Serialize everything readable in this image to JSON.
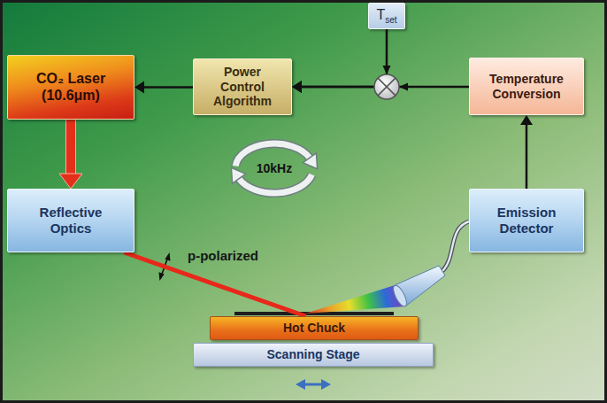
{
  "diagram": {
    "nodes": [
      {
        "text": [
          "T",
          "set"
        ]
      },
      {
        "text": [
          "CO₂ Laser (10.6μm)"
        ]
      },
      {
        "text": [
          "Power Control Algorithm"
        ]
      },
      {
        "text": [
          "Temperature Conversion"
        ]
      },
      {
        "text": [
          "Reflective Optics"
        ]
      },
      {
        "text": [
          "Emission Detector"
        ]
      },
      {
        "text": [
          "Hot Chuck"
        ]
      },
      {
        "text": [
          "Scanning Stage"
        ]
      }
    ],
    "edges": [
      {
        "from": 2,
        "to": 1,
        "arrow": "to"
      },
      {
        "from": 0,
        "to": 2,
        "arrow": "to"
      },
      {
        "from": 3,
        "to": 2,
        "arrow": "to"
      },
      {
        "from": 5,
        "to": 3,
        "arrow": "to"
      },
      {
        "from": 1,
        "to": 4,
        "arrow": "to"
      },
      {
        "from": 4,
        "to": 6,
        "arrow": "none"
      }
    ],
    "labels": [
      "10kHz",
      "p-polarized"
    ]
  }
}
